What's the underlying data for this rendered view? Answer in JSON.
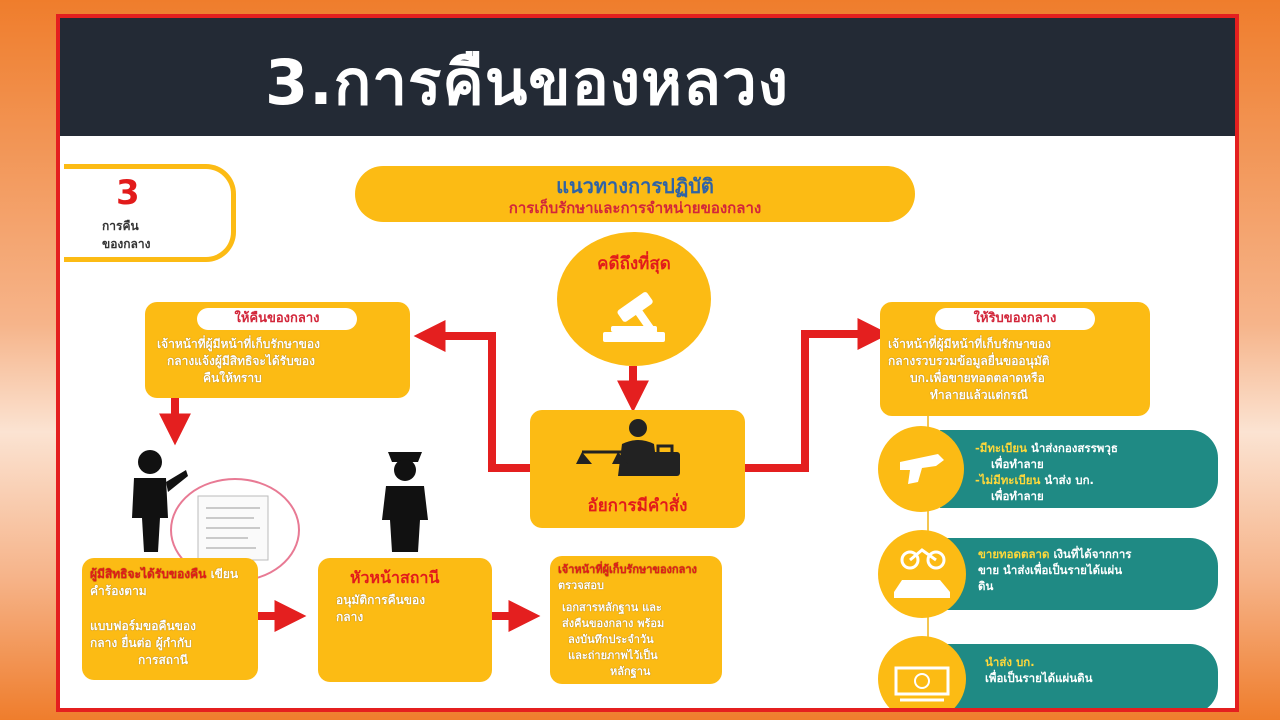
{
  "title": "3.การคืนของหลวง",
  "badge": {
    "number": "3",
    "label_line1": "การคืน",
    "label_line2": "ของกลาง"
  },
  "header": {
    "line1": "แนวทางการปฏิบัติ",
    "line2": "การเก็บรักษาและการจำหน่ายของกลาง"
  },
  "final_case": {
    "label": "คดีถึงที่สุด"
  },
  "prosecutor": {
    "label": "อัยการมีคำสั่ง"
  },
  "return_box": {
    "heading": "ให้คืนของกลาง",
    "line1": "เจ้าหน้าที่ผู้มีหน้าที่เก็บรักษาของ",
    "line2": "กลางแจ้งผู้มีสิทธิจะได้รับของ",
    "line3": "คืนให้ทราบ"
  },
  "seize_box": {
    "heading": "ให้ริบของกลาง",
    "line1": "เจ้าหน้าที่ผู้มีหน้าที่เก็บรักษาของ",
    "line2": "กลางรวบรวมข้อมูลยื่นขออนุมัติ",
    "line3": "บก.เพื่อขายทอดตลาดหรือ",
    "line4": "ทำลายแล้วแต่กรณี"
  },
  "claimant_box": {
    "red_part": "ผู้มีสิทธิจะได้รับของคืน",
    "line1": "เขียนคำร้องตาม",
    "line2": "แบบฟอร์มขอคืนของ",
    "line3": "กลาง ยื่นต่อ ผู้กำกับ",
    "line4": "การสถานี"
  },
  "station_box": {
    "heading": "หัวหน้าสถานี",
    "line1": "อนุมัติการคืนของ",
    "line2": "กลาง"
  },
  "officer_box": {
    "red_part": "เจ้าหน้าที่ผู้เก็บรักษาของกลาง",
    "line1": "ตรวจสอบ",
    "line2": "เอกสารหลักฐาน และ",
    "line3": "ส่งคืนของกลาง พร้อม",
    "line4": "ลงบันทึกประจำวัน",
    "line5": "และถ่ายภาพไว้เป็น",
    "line6": "หลักฐาน"
  },
  "seize_items": [
    {
      "icon": "gun-icon",
      "hl1": "-มีทะเบียน",
      "t1": "นำส่งกองสรรพวุธ",
      "t1b": "เพื่อทำลาย",
      "hl2": "-ไม่มีทะเบียน",
      "t2": "นำส่ง บก.",
      "t2b": "เพื่อทำลาย"
    },
    {
      "icon": "vehicle-icon",
      "hl1": "ขายทอดตลาด",
      "t1": "เงินที่ได้จากการ",
      "t1b": "ขาย นำส่งเพื่อเป็นรายได้แผ่น",
      "t1c": "ดิน"
    },
    {
      "icon": "money-icon",
      "hl1": "นำส่ง บก.",
      "t1": "เพื่อเป็นรายได้แผ่นดิน"
    }
  ],
  "colors": {
    "accent": "#fcbb14",
    "arrow": "#e41f1f",
    "teal": "#1f8a84",
    "title_bg": "#232a35"
  }
}
